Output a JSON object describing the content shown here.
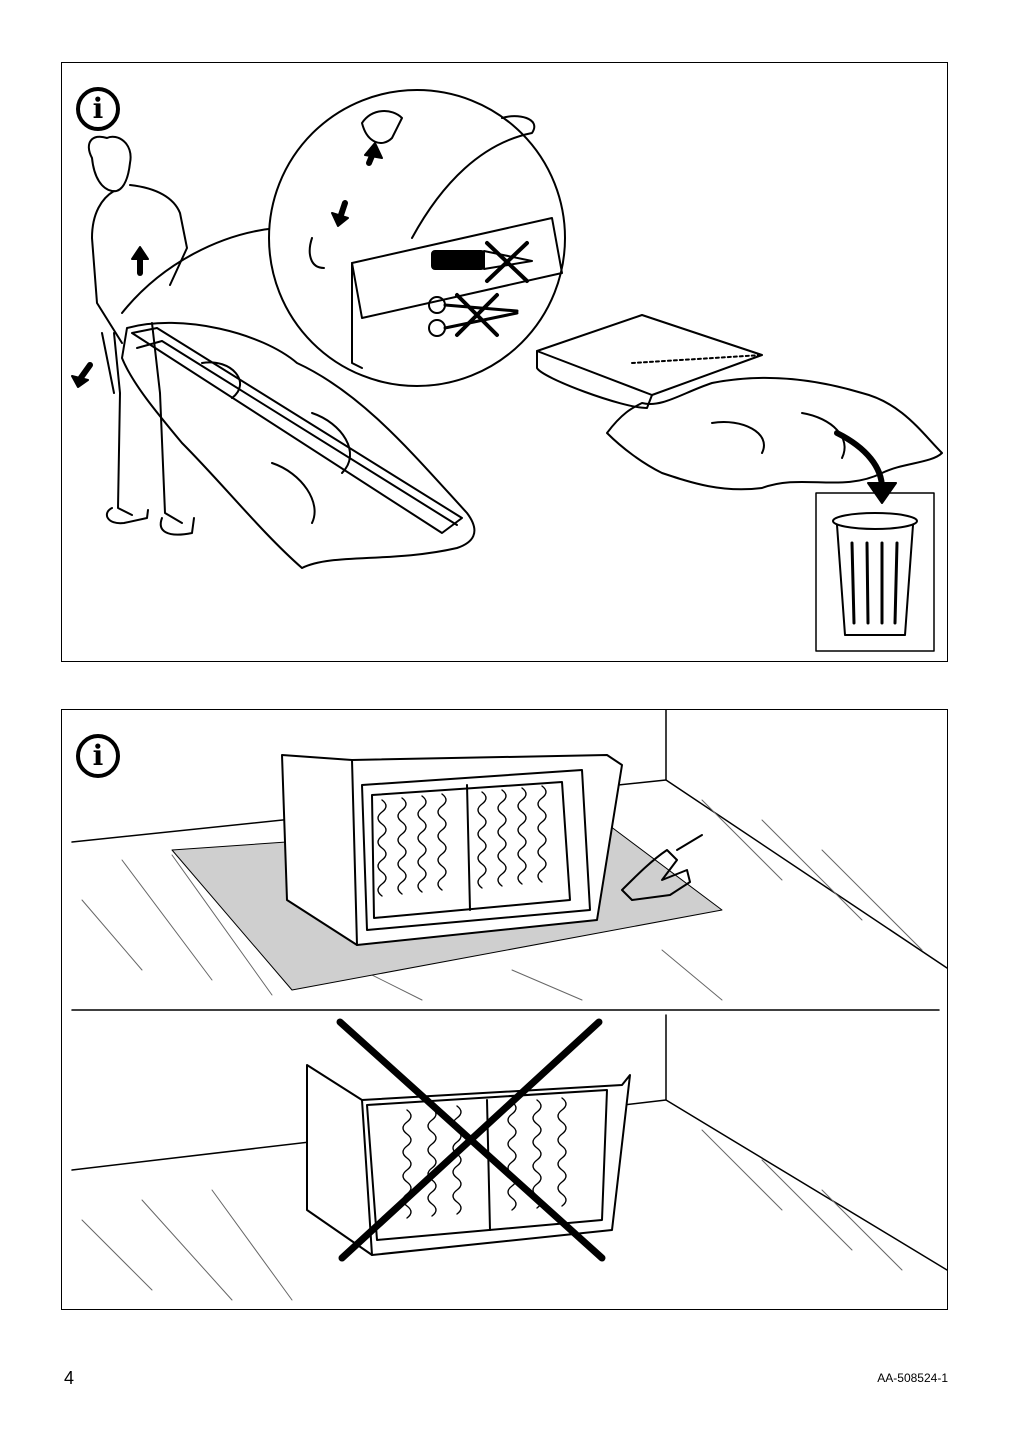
{
  "page": {
    "number": "4",
    "doc_code": "AA-508524-1"
  },
  "icons": {
    "info": "i",
    "info_icon_name": "info-circle-icon",
    "knife_prohibited": "no-knife-icon",
    "scissors_prohibited": "no-scissors-icon",
    "trash_bin": "trash-bin-icon",
    "hand_touch": "hand-touch-icon",
    "cross_mark": "cross-out-icon"
  },
  "colors": {
    "ink": "#000000",
    "rug": "#cfcfcf"
  }
}
